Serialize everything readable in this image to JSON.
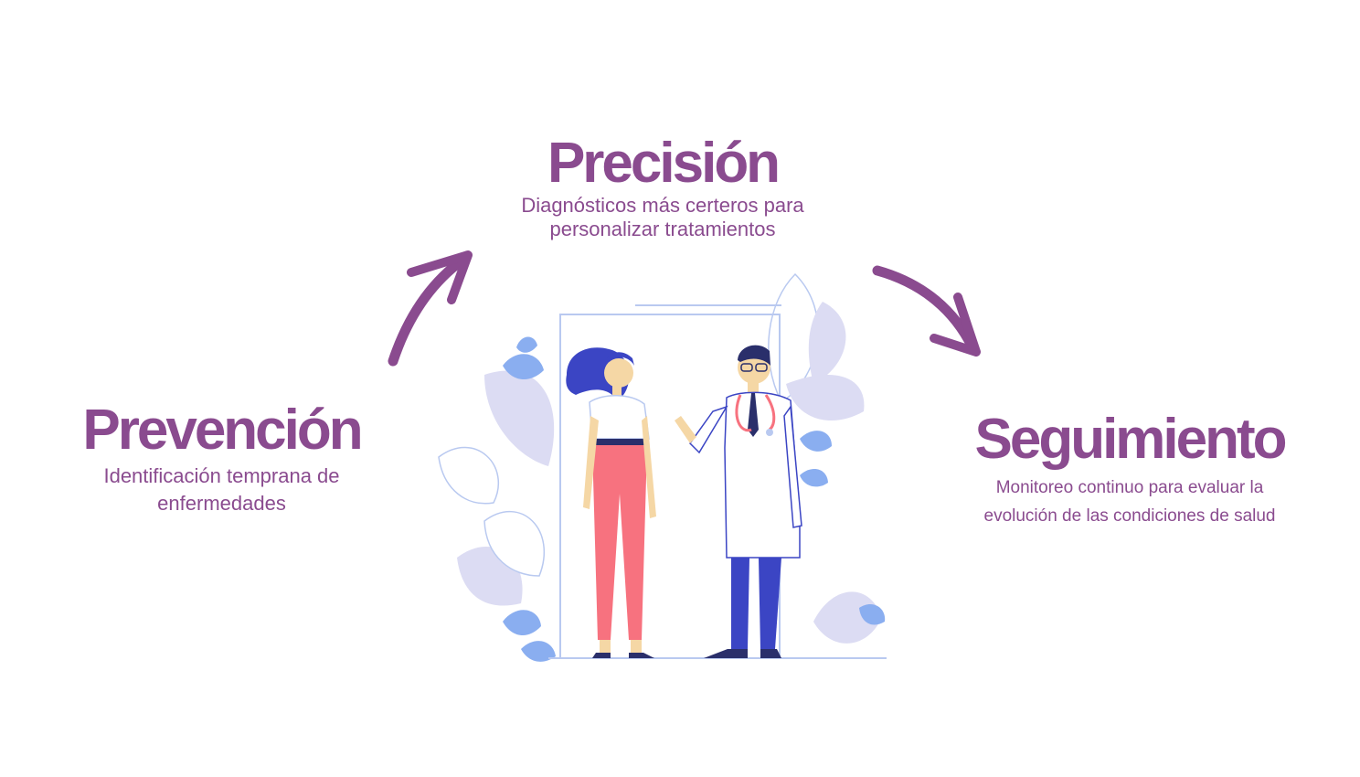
{
  "stages": {
    "precision": {
      "title": "Precisión",
      "description_line1": "Diagnósticos más certeros para",
      "description_line2": "personalizar tratamientos"
    },
    "prevention": {
      "title": "Prevención",
      "description_line1": "Identificación temprana de",
      "description_line2": "enfermedades"
    },
    "followup": {
      "title": "Seguimiento",
      "description_line1": "Monitoreo continuo para evaluar la",
      "description_line2": "evolución de las condiciones de salud"
    }
  },
  "colors": {
    "accent": "#8a4b8f",
    "leaf_light": "#dcdcf3",
    "leaf_blue": "#8aaef0",
    "pants_pink": "#f7727f",
    "coat_blue": "#3b45c4"
  },
  "illustration": {
    "icon": "doctor-patient-illustration-icon"
  }
}
